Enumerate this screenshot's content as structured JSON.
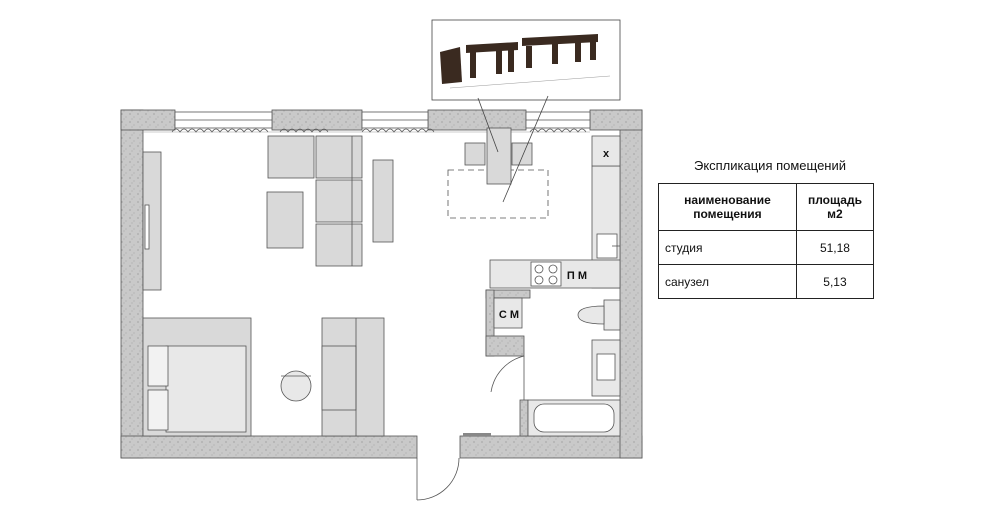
{
  "plan": {
    "labels": {
      "fridge": "х",
      "dishwasher": "П М",
      "washer": "С М"
    }
  },
  "explication": {
    "title": "Экспликация помещений",
    "headers": {
      "name": "наименование помещения",
      "area": "площадь м2"
    },
    "rows": [
      {
        "name": "студия",
        "area": "51,18"
      },
      {
        "name": "санузел",
        "area": "5,13"
      }
    ]
  }
}
